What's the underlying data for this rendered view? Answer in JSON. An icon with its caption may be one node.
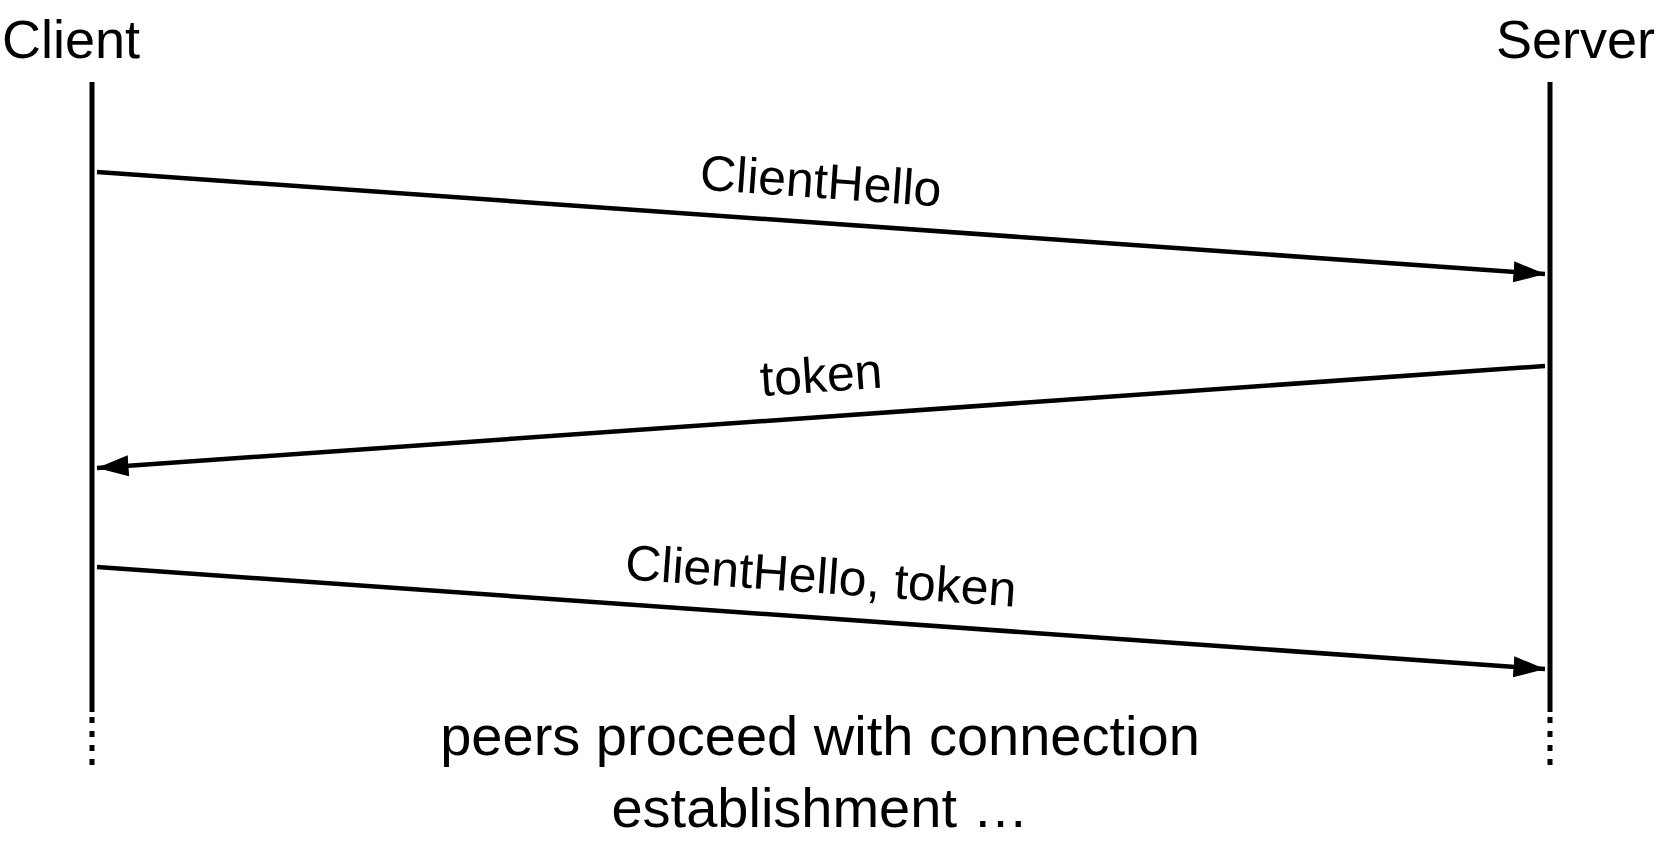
{
  "diagram": {
    "nodes": [
      {
        "text": [
          "Client"
        ]
      },
      {
        "text": [
          "Server"
        ]
      }
    ],
    "edges": [
      {
        "from": 0,
        "to": 1,
        "arrow": "to",
        "label": "ClientHello"
      },
      {
        "from": 1,
        "to": 0,
        "arrow": "to",
        "label": "token"
      },
      {
        "from": 0,
        "to": 1,
        "arrow": "to",
        "label": "ClientHello, token"
      }
    ],
    "labels": [
      "peers proceed with connection establishment …"
    ]
  }
}
